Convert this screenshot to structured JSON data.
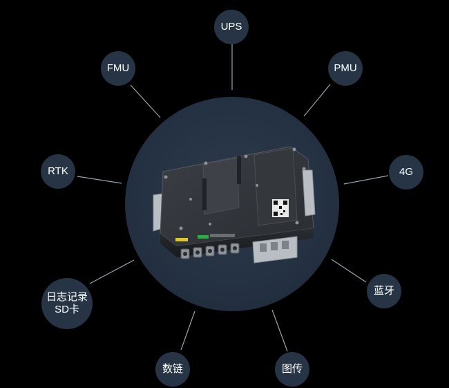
{
  "nodes": {
    "ups": "UPS",
    "fmu": "FMU",
    "pmu": "PMU",
    "rtk": "RTK",
    "g4": "4G",
    "log_line1": "日志记录",
    "log_line2": "SD卡",
    "bluetooth": "蓝牙",
    "datalink": "数链",
    "video_link": "图传"
  },
  "colors": {
    "background": "#000000",
    "disc": "#263445",
    "connector": "#9aa3ad",
    "text": "#ffffff"
  }
}
